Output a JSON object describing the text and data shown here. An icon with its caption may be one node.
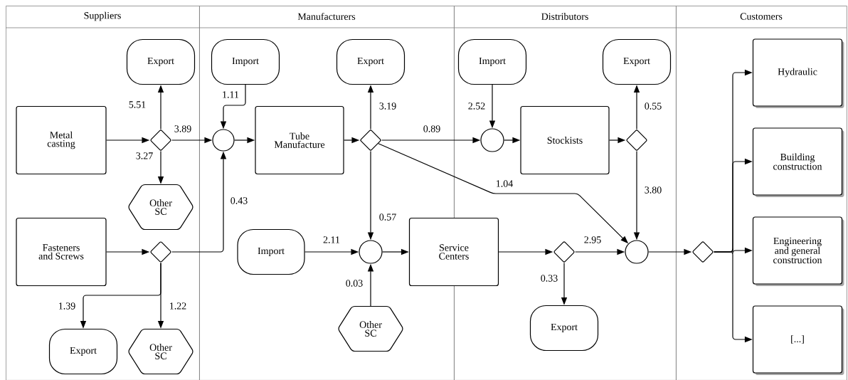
{
  "diagram": {
    "nodes": [
      {
        "text": [
          "Suppliers"
        ]
      },
      {
        "text": [
          "Manufacturers"
        ]
      },
      {
        "text": [
          "Distributors"
        ]
      },
      {
        "text": [
          "Customers"
        ]
      },
      {
        "text": [
          "Export"
        ],
        "in": 0
      },
      {
        "text": [
          "Metal casting"
        ],
        "in": 0
      },
      {
        "text": [],
        "shape": "diamond",
        "in": 0
      },
      {
        "text": [
          "Other SC"
        ],
        "in": 0
      },
      {
        "text": [
          "Fasteners and Screws"
        ],
        "in": 0
      },
      {
        "text": [],
        "shape": "diamond",
        "in": 0
      },
      {
        "text": [
          "Export"
        ],
        "in": 0
      },
      {
        "text": [
          "Other SC"
        ],
        "in": 0
      },
      {
        "text": [
          "Import"
        ],
        "in": 1
      },
      {
        "text": [],
        "shape": "circle",
        "in": 1
      },
      {
        "text": [
          "Tube Manufacture"
        ],
        "in": 1
      },
      {
        "text": [],
        "shape": "diamond",
        "in": 1
      },
      {
        "text": [
          "Export"
        ],
        "in": 1
      },
      {
        "text": [
          "Import"
        ],
        "in": 1
      },
      {
        "text": [],
        "shape": "circle",
        "in": 1
      },
      {
        "text": [
          "Service Centers"
        ]
      },
      {
        "text": [
          "Other SC"
        ],
        "in": 1
      },
      {
        "text": [
          "Import"
        ],
        "in": 2
      },
      {
        "text": [],
        "shape": "circle",
        "in": 2
      },
      {
        "text": [
          "Stockists"
        ],
        "in": 2
      },
      {
        "text": [],
        "shape": "diamond",
        "in": 2
      },
      {
        "text": [
          "Export"
        ],
        "in": 2
      },
      {
        "text": [],
        "shape": "diamond",
        "in": 2
      },
      {
        "text": [
          "Export"
        ],
        "in": 2
      },
      {
        "text": [],
        "shape": "circle",
        "in": 2
      },
      {
        "text": [],
        "shape": "diamond",
        "in": 3
      },
      {
        "text": [
          "Hydraulic"
        ],
        "in": 3
      },
      {
        "text": [
          "Building construction"
        ],
        "in": 3
      },
      {
        "text": [
          "Engineering and general construction"
        ],
        "in": 3
      },
      {
        "text": [
          "[...]"
        ],
        "in": 3
      }
    ],
    "edges": [
      {
        "from": 5,
        "to": 6,
        "arrow": "to"
      },
      {
        "from": 6,
        "to": 4,
        "arrow": "to",
        "label": "5.51"
      },
      {
        "from": 6,
        "to": 7,
        "arrow": "to",
        "label": "3.27"
      },
      {
        "from": 6,
        "to": 13,
        "arrow": "to",
        "label": "3.89"
      },
      {
        "from": 12,
        "to": 13,
        "arrow": "to",
        "label": "1.11"
      },
      {
        "from": 8,
        "to": 9,
        "arrow": "to"
      },
      {
        "from": 9,
        "to": 13,
        "arrow": "to",
        "label": "0.43"
      },
      {
        "from": 9,
        "to": 10,
        "arrow": "to",
        "label": "1.39"
      },
      {
        "from": 9,
        "to": 11,
        "arrow": "to",
        "label": "1.22"
      },
      {
        "from": 13,
        "to": 14,
        "arrow": "to"
      },
      {
        "from": 14,
        "to": 15,
        "arrow": "to"
      },
      {
        "from": 15,
        "to": 16,
        "arrow": "to",
        "label": "3.19"
      },
      {
        "from": 15,
        "to": 22,
        "arrow": "to",
        "label": "0.89"
      },
      {
        "from": 15,
        "to": 28,
        "arrow": "to",
        "label": "1.04"
      },
      {
        "from": 15,
        "to": 18,
        "arrow": "to",
        "label": "0.57"
      },
      {
        "from": 17,
        "to": 18,
        "arrow": "to",
        "label": "2.11"
      },
      {
        "from": 20,
        "to": 18,
        "arrow": "to",
        "label": "0.03"
      },
      {
        "from": 18,
        "to": 19,
        "arrow": "to"
      },
      {
        "from": 21,
        "to": 22,
        "arrow": "to",
        "label": "2.52"
      },
      {
        "from": 22,
        "to": 23,
        "arrow": "to"
      },
      {
        "from": 23,
        "to": 24,
        "arrow": "to"
      },
      {
        "from": 24,
        "to": 25,
        "arrow": "to",
        "label": "0.55"
      },
      {
        "from": 24,
        "to": 28,
        "arrow": "to",
        "label": "3.80"
      },
      {
        "from": 19,
        "to": 26,
        "arrow": "to"
      },
      {
        "from": 26,
        "to": 28,
        "arrow": "to",
        "label": "2.95"
      },
      {
        "from": 26,
        "to": 27,
        "arrow": "to",
        "label": "0.33"
      },
      {
        "from": 28,
        "to": 29,
        "arrow": "to"
      },
      {
        "from": 29,
        "to": 30,
        "arrow": "to"
      },
      {
        "from": 29,
        "to": 31,
        "arrow": "to"
      },
      {
        "from": 29,
        "to": 32,
        "arrow": "to"
      },
      {
        "from": 29,
        "to": 33,
        "arrow": "to"
      }
    ]
  }
}
